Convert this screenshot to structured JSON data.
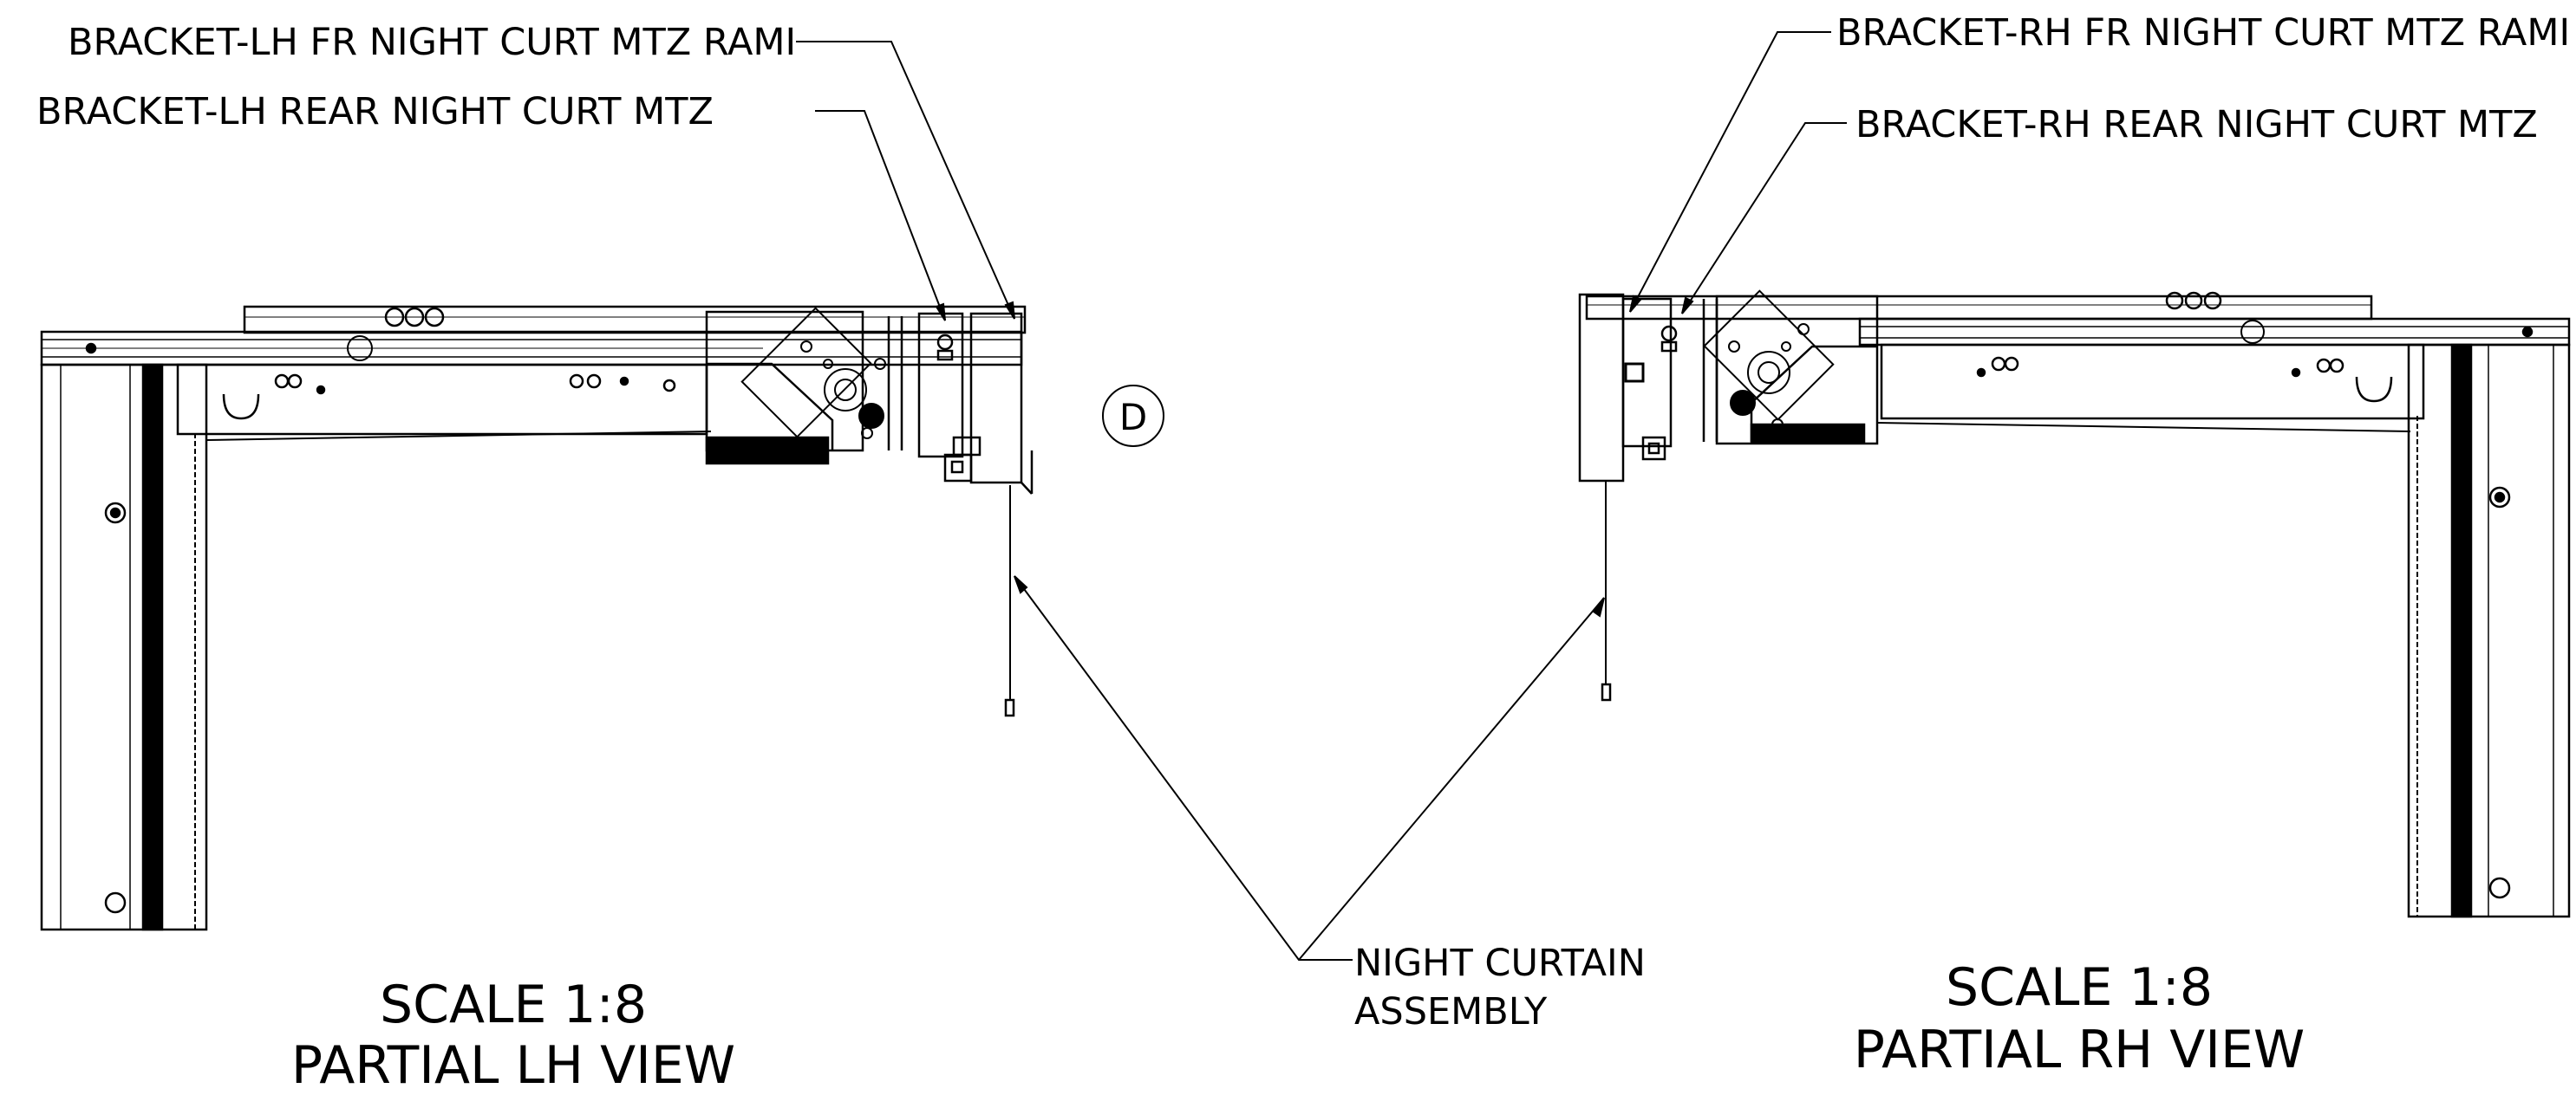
{
  "labels": {
    "lh_front_bracket": "BRACKET-LH FR NIGHT CURT MTZ RAMI",
    "lh_rear_bracket": "BRACKET-LH REAR NIGHT CURT MTZ",
    "rh_front_bracket": "BRACKET-RH FR NIGHT CURT MTZ RAMI",
    "rh_rear_bracket": "BRACKET-RH REAR NIGHT CURT MTZ",
    "detail_marker": "D",
    "curtain_line1": "NIGHT CURTAIN",
    "curtain_line2": "ASSEMBLY"
  },
  "views": {
    "lh": {
      "scale": "SCALE 1:8",
      "name": "PARTIAL LH VIEW"
    },
    "rh": {
      "scale": "SCALE 1:8",
      "name": "PARTIAL RH VIEW"
    }
  }
}
